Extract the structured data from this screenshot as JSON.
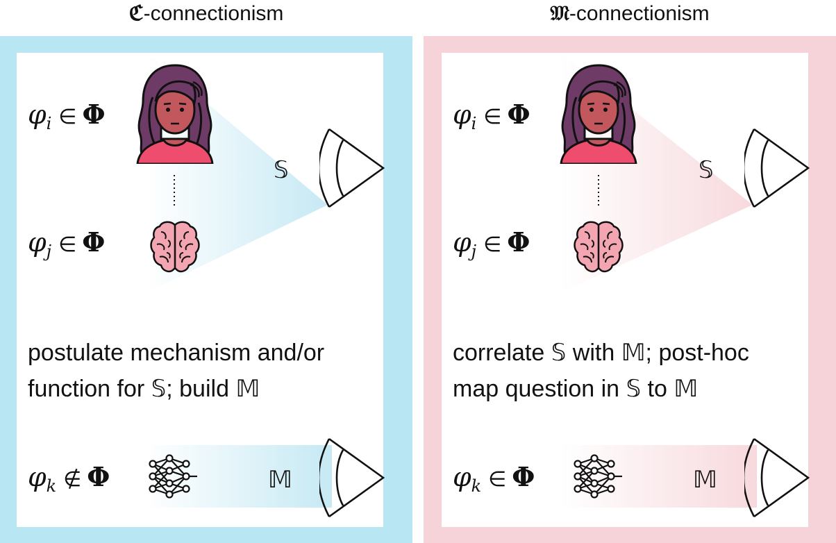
{
  "panels": [
    {
      "title_glyph": "ℭ",
      "title_suffix": "-connectionism",
      "frame_color": "#b8e6f2",
      "cone_color": "#c6e9f4",
      "phi_i": {
        "var": "φ",
        "sub": "i",
        "rel": "∈",
        "set": "Φ"
      },
      "phi_j": {
        "var": "φ",
        "sub": "j",
        "rel": "∈",
        "set": "Φ"
      },
      "phi_k": {
        "var": "φ",
        "sub": "k",
        "rel": "∉",
        "set": "Φ"
      },
      "S_symbol": "𝕊",
      "M_symbol": "𝕄",
      "text_line1": "postulate mechanism and/or",
      "text_line2_a": "function for ",
      "text_line2_S": "𝕊",
      "text_line2_b": "; build ",
      "text_line2_M": "𝕄"
    },
    {
      "title_glyph": "𝔐",
      "title_suffix": "-connectionism",
      "frame_color": "#f5d3d8",
      "cone_color": "#f7d9dd",
      "phi_i": {
        "var": "φ",
        "sub": "i",
        "rel": "∈",
        "set": "Φ"
      },
      "phi_j": {
        "var": "φ",
        "sub": "j",
        "rel": "∈",
        "set": "Φ"
      },
      "phi_k": {
        "var": "φ",
        "sub": "k",
        "rel": "∈",
        "set": "Φ"
      },
      "S_symbol": "𝕊",
      "M_symbol": "𝕄",
      "text_line1_a": "correlate ",
      "text_line1_S": "𝕊",
      "text_line1_b": " with ",
      "text_line1_M": "𝕄",
      "text_line1_c": "; post-hoc",
      "text_line2_a": "map question in ",
      "text_line2_S": "𝕊",
      "text_line2_b": " to ",
      "text_line2_M": "𝕄"
    }
  ],
  "icons": {
    "person": "person-icon",
    "brain": "brain-icon",
    "network": "neural-network-icon",
    "eye": "eye-icon"
  },
  "colors": {
    "skin": "#c2585e",
    "hair": "#6e3a66",
    "shirt": "#ef4d6e",
    "brain": "#f3a6b2",
    "outline": "#111111"
  }
}
